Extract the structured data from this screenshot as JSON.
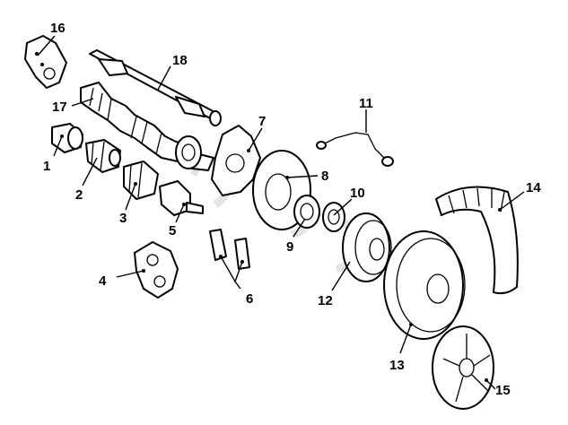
{
  "callouts": [
    {
      "id": "1",
      "label": "1"
    },
    {
      "id": "2",
      "label": "2"
    },
    {
      "id": "3",
      "label": "3"
    },
    {
      "id": "4",
      "label": "4"
    },
    {
      "id": "5",
      "label": "5"
    },
    {
      "id": "6",
      "label": "6"
    },
    {
      "id": "7",
      "label": "7"
    },
    {
      "id": "8",
      "label": "8"
    },
    {
      "id": "9",
      "label": "9"
    },
    {
      "id": "10",
      "label": "10"
    },
    {
      "id": "11",
      "label": "11"
    },
    {
      "id": "12",
      "label": "12"
    },
    {
      "id": "13",
      "label": "13"
    },
    {
      "id": "14",
      "label": "14"
    },
    {
      "id": "15",
      "label": "15"
    },
    {
      "id": "16",
      "label": "16"
    },
    {
      "id": "17",
      "label": "17"
    },
    {
      "id": "18",
      "label": "18"
    }
  ],
  "colors": {
    "ink": "#000000",
    "paper": "#ffffff",
    "watermark": "#cfcfcf"
  }
}
